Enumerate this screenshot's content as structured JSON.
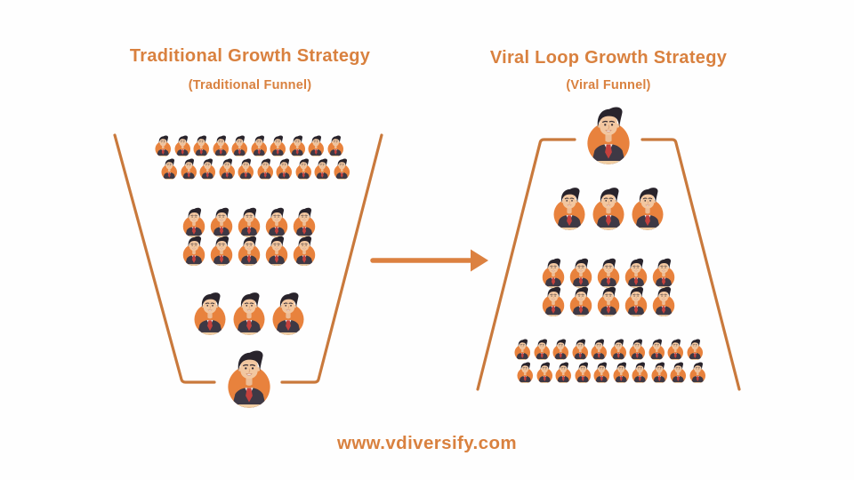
{
  "colors": {
    "accent_text": "#D9813F",
    "funnel_line": "#C9793C",
    "arrow": "#DC8140",
    "avatar_circle": "#E8823D",
    "background": "#FEFEFE"
  },
  "left_panel": {
    "title": "Traditional Growth Strategy",
    "subtitle": "(Traditional Funnel)",
    "funnel_direction": "narrowing-down",
    "tiers": [
      {
        "size": "sm",
        "rows": [
          10,
          10
        ]
      },
      {
        "size": "md",
        "rows": [
          5,
          5
        ]
      },
      {
        "size": "lg",
        "rows": [
          3
        ]
      },
      {
        "size": "xl",
        "rows": [
          1
        ]
      }
    ],
    "total_people": 34
  },
  "right_panel": {
    "title": "Viral Loop Growth Strategy",
    "subtitle": "(Viral Funnel)",
    "funnel_direction": "widening-down",
    "tiers": [
      {
        "size": "xl",
        "rows": [
          1
        ]
      },
      {
        "size": "lg",
        "rows": [
          3
        ]
      },
      {
        "size": "md",
        "rows": [
          5,
          5
        ]
      },
      {
        "size": "sm",
        "rows": [
          10,
          10
        ]
      }
    ],
    "total_people": 34
  },
  "arrow": {
    "direction": "right"
  },
  "footer": {
    "website": "www.vdiversify.com"
  },
  "icons": {
    "person": "person-avatar-icon",
    "arrow": "right-arrow-icon"
  }
}
